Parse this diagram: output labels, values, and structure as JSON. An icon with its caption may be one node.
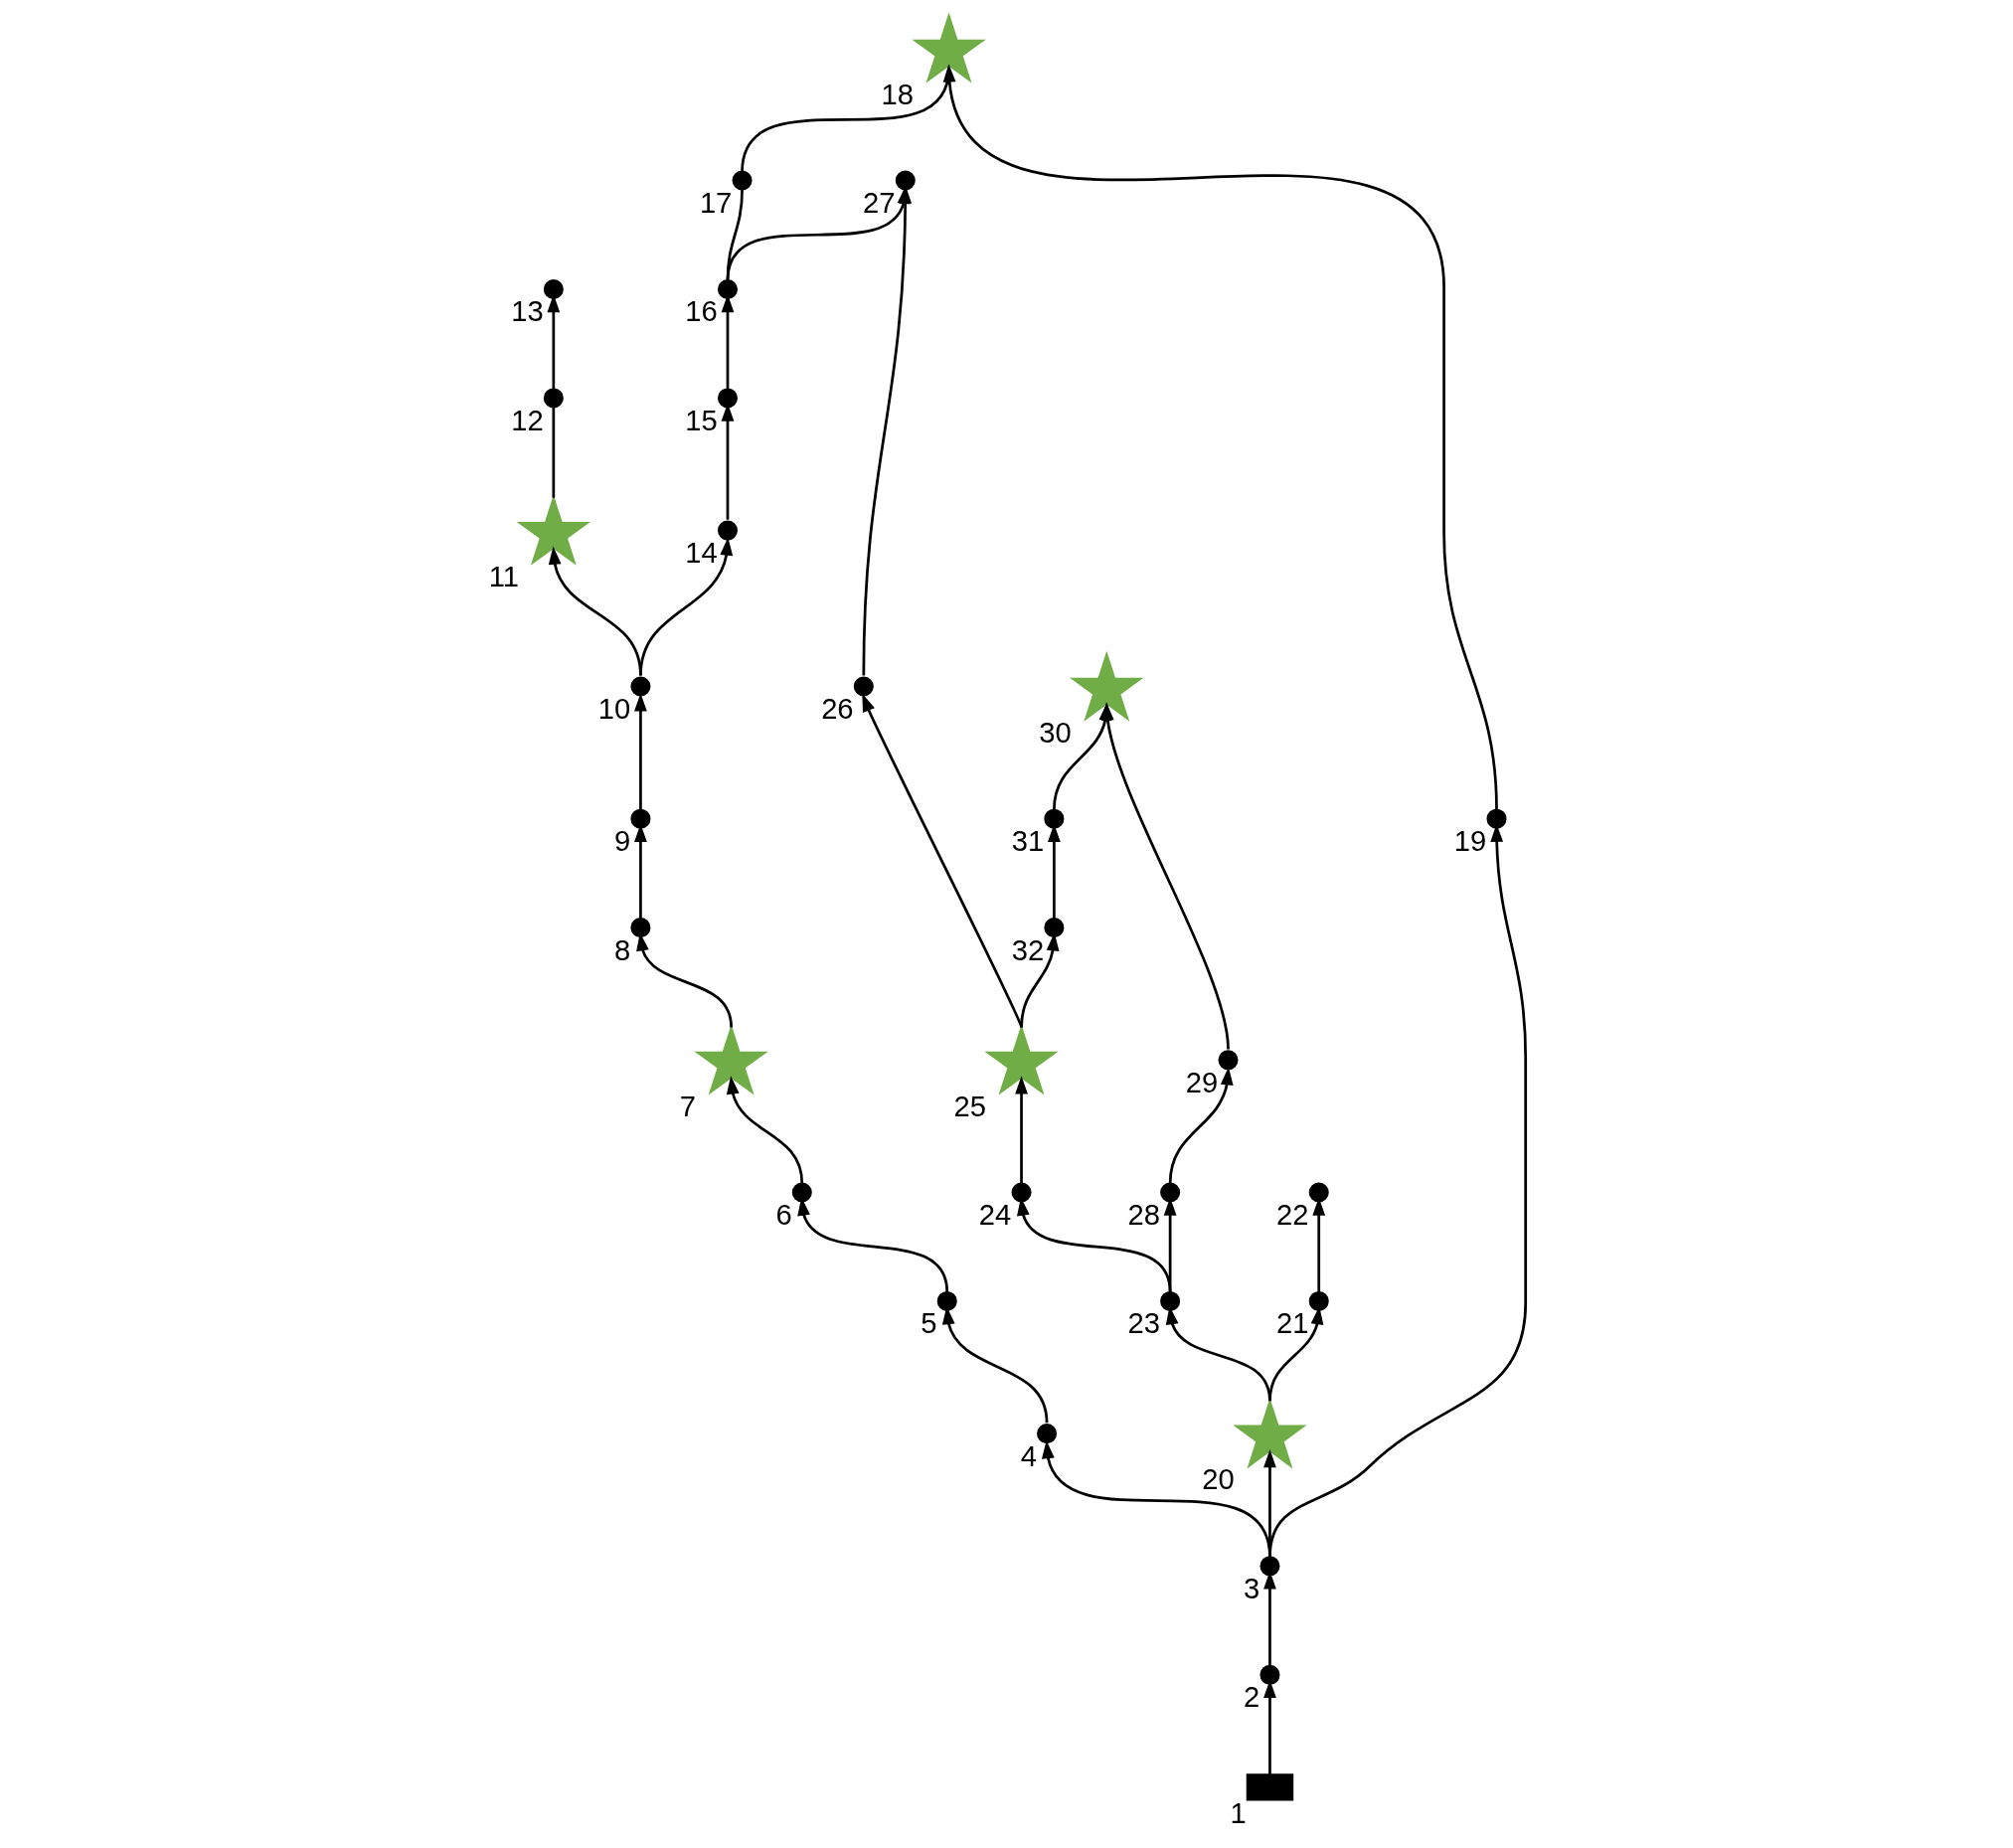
{
  "diagram": {
    "nodes": [
      {
        "text": [],
        "shape": "box",
        "beside": [
          "1"
        ]
      },
      {
        "text": [],
        "shape": "circle",
        "beside": [
          "2"
        ]
      },
      {
        "text": [],
        "shape": "circle",
        "beside": [
          "3"
        ]
      },
      {
        "text": [],
        "shape": "circle",
        "beside": [
          "4"
        ]
      },
      {
        "text": [],
        "shape": "circle",
        "beside": [
          "5"
        ]
      },
      {
        "text": [],
        "shape": "circle",
        "beside": [
          "6"
        ]
      },
      {
        "text": [],
        "shape": "star",
        "beside": [
          "7"
        ]
      },
      {
        "text": [],
        "shape": "circle",
        "beside": [
          "8"
        ]
      },
      {
        "text": [],
        "shape": "circle",
        "beside": [
          "9"
        ]
      },
      {
        "text": [],
        "shape": "circle",
        "beside": [
          "10"
        ]
      },
      {
        "text": [],
        "shape": "star",
        "beside": [
          "11"
        ]
      },
      {
        "text": [],
        "shape": "circle",
        "beside": [
          "12"
        ]
      },
      {
        "text": [],
        "shape": "circle",
        "beside": [
          "13"
        ]
      },
      {
        "text": [],
        "shape": "circle",
        "beside": [
          "14"
        ]
      },
      {
        "text": [],
        "shape": "circle",
        "beside": [
          "15"
        ]
      },
      {
        "text": [],
        "shape": "circle",
        "beside": [
          "16"
        ]
      },
      {
        "text": [],
        "shape": "circle",
        "beside": [
          "17"
        ]
      },
      {
        "text": [],
        "shape": "star",
        "beside": [
          "18"
        ]
      },
      {
        "text": [],
        "shape": "circle",
        "beside": [
          "19"
        ]
      },
      {
        "text": [],
        "shape": "star",
        "beside": [
          "20"
        ]
      },
      {
        "text": [],
        "shape": "circle",
        "beside": [
          "21"
        ]
      },
      {
        "text": [],
        "shape": "circle",
        "beside": [
          "22"
        ]
      },
      {
        "text": [],
        "shape": "circle",
        "beside": [
          "23"
        ]
      },
      {
        "text": [],
        "shape": "circle",
        "beside": [
          "24"
        ]
      },
      {
        "text": [],
        "shape": "star",
        "beside": [
          "25"
        ]
      },
      {
        "text": [],
        "shape": "circle",
        "beside": [
          "26"
        ]
      },
      {
        "text": [],
        "shape": "circle",
        "beside": [
          "27"
        ]
      },
      {
        "text": [],
        "shape": "circle",
        "beside": [
          "28"
        ]
      },
      {
        "text": [],
        "shape": "circle",
        "beside": [
          "29"
        ]
      },
      {
        "text": [],
        "shape": "star",
        "beside": [
          "30"
        ]
      },
      {
        "text": [],
        "shape": "circle",
        "beside": [
          "31"
        ]
      },
      {
        "text": [],
        "shape": "circle",
        "beside": [
          "32"
        ]
      }
    ],
    "edges": [
      {
        "from": 0,
        "to": 1,
        "arrow": "to"
      },
      {
        "from": 1,
        "to": 2,
        "arrow": "to"
      },
      {
        "from": 2,
        "to": 3,
        "arrow": "to"
      },
      {
        "from": 3,
        "to": 4,
        "arrow": "to"
      },
      {
        "from": 4,
        "to": 5,
        "arrow": "to"
      },
      {
        "from": 5,
        "to": 6,
        "arrow": "to"
      },
      {
        "from": 6,
        "to": 7,
        "arrow": "to"
      },
      {
        "from": 7,
        "to": 8,
        "arrow": "to"
      },
      {
        "from": 8,
        "to": 9,
        "arrow": "to"
      },
      {
        "from": 9,
        "to": 10,
        "arrow": "to"
      },
      {
        "from": 10,
        "to": 11,
        "arrow": "none"
      },
      {
        "from": 11,
        "to": 12,
        "arrow": "to"
      },
      {
        "from": 9,
        "to": 13,
        "arrow": "to"
      },
      {
        "from": 13,
        "to": 14,
        "arrow": "to"
      },
      {
        "from": 14,
        "to": 15,
        "arrow": "to"
      },
      {
        "from": 15,
        "to": 26,
        "arrow": "to"
      },
      {
        "from": 15,
        "to": 16,
        "arrow": "none"
      },
      {
        "from": 16,
        "to": 17,
        "arrow": "none"
      },
      {
        "from": 18,
        "to": 17,
        "arrow": "to"
      },
      {
        "from": 2,
        "to": 18,
        "arrow": "to"
      },
      {
        "from": 25,
        "to": 26,
        "arrow": "to"
      },
      {
        "from": 24,
        "to": 25,
        "arrow": "to"
      },
      {
        "from": 24,
        "to": 31,
        "arrow": "to"
      },
      {
        "from": 31,
        "to": 30,
        "arrow": "to"
      },
      {
        "from": 30,
        "to": 29,
        "arrow": "to"
      },
      {
        "from": 28,
        "to": 29,
        "arrow": "to"
      },
      {
        "from": 27,
        "to": 28,
        "arrow": "to"
      },
      {
        "from": 22,
        "to": 27,
        "arrow": "to"
      },
      {
        "from": 19,
        "to": 22,
        "arrow": "to"
      },
      {
        "from": 2,
        "to": 19,
        "arrow": "to"
      },
      {
        "from": 19,
        "to": 20,
        "arrow": "to"
      },
      {
        "from": 20,
        "to": 21,
        "arrow": "to"
      },
      {
        "from": 22,
        "to": 23,
        "arrow": "to"
      },
      {
        "from": 23,
        "to": 24,
        "arrow": "to"
      }
    ]
  }
}
